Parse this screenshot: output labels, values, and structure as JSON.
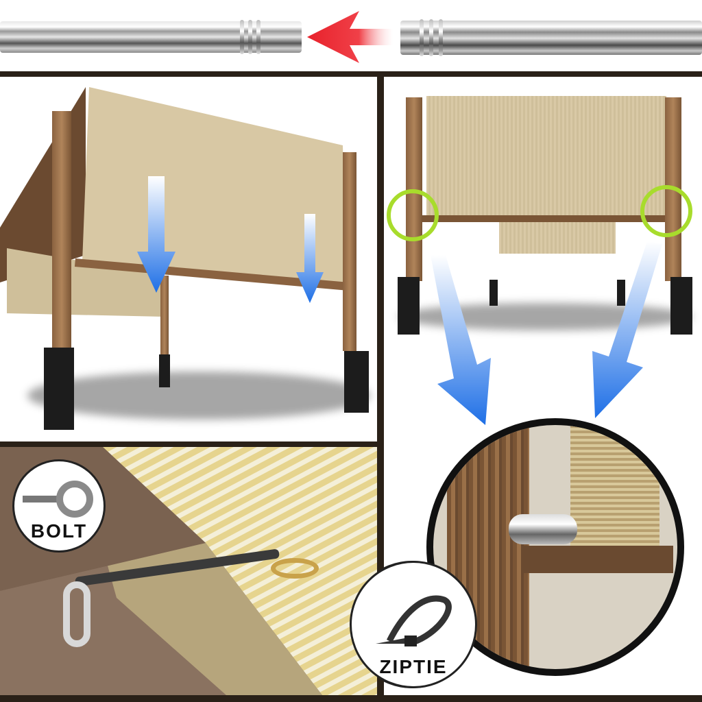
{
  "top_banner": {
    "description": "Telescoping stainless steel pole segments joining",
    "arrow_color": "#e8212b"
  },
  "panels": {
    "top_left": {
      "description": "Pergola with shade canopy lowering",
      "arrow_color": "#1e6fe6"
    },
    "top_right": {
      "description": "Pergola front view with highlighted attachment points",
      "highlight_color": "#a8dc2c"
    },
    "bottom_left": {
      "description": "Shade fabric grommet fastened with eye bolt"
    },
    "bottom_right": {
      "description": "Close-up of pole attached to post with zip tie"
    }
  },
  "badges": {
    "bolt": {
      "label": "BOLT"
    },
    "ziptie": {
      "label": "ZIPTIE"
    }
  }
}
